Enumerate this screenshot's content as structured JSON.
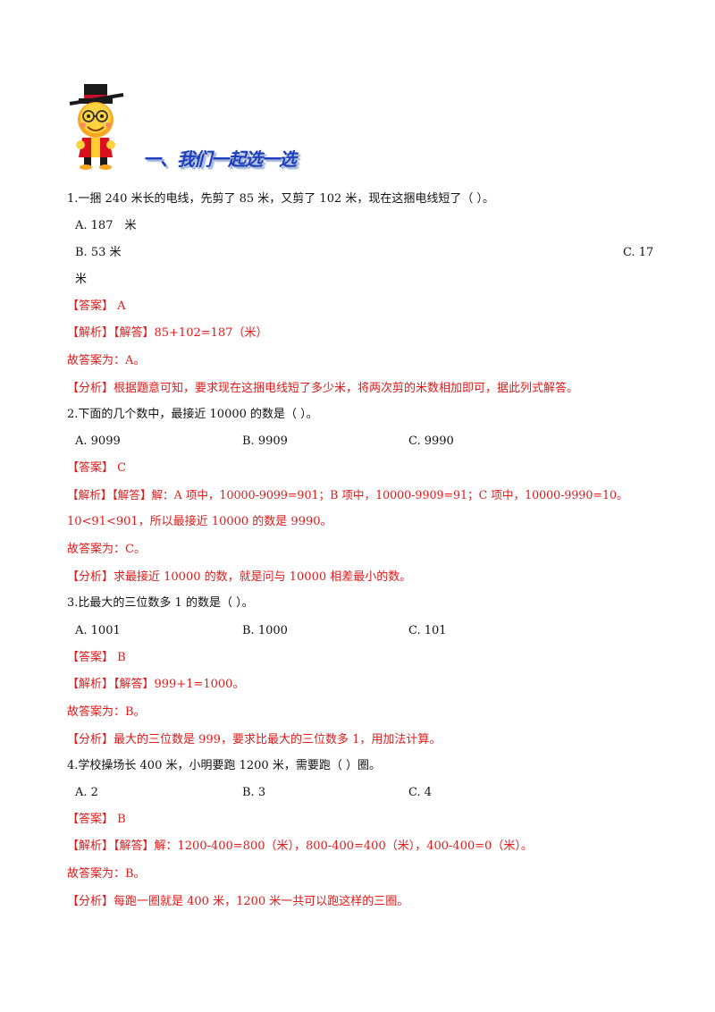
{
  "section": {
    "title": "一、我们一起选一选"
  },
  "questions": [
    {
      "stem": "1.一捆 240 米长的电线，先剪了 85 米，又剪了 102 米，现在这捆电线短了（        ）。",
      "options": [
        "A. 187　米",
        "B. 53 米",
        "C. 17",
        "米"
      ],
      "answer": "【答案】 A",
      "analysis": "【解析】【解答】85+102=187（米）",
      "conclusion": "故答案为：A。",
      "method": "【分析】根据题意可知，要求现在这捆电线短了多少米，将两次剪的米数相加即可，据此列式解答。"
    },
    {
      "stem": "2.下面的几个数中，最接近 10000 的数是（        ）。",
      "options": [
        "A. 9099",
        "B. 9909",
        "C. 9990"
      ],
      "answer": "【答案】 C",
      "analysis": "【解析】【解答】解：A 项中，10000-9099=901；B 项中，10000-9909=91；C 项中，10000-9990=10。",
      "analysis2": "10<91<901，所以最接近 10000 的数是 9990。",
      "conclusion": "故答案为：C。",
      "method": "【分析】求最接近 10000 的数，就是问与 10000 相差最小的数。"
    },
    {
      "stem": "3.比最大的三位数多 1 的数是（              ）。",
      "options": [
        "A. 1001",
        "B. 1000",
        "C. 101"
      ],
      "answer": "【答案】 B",
      "analysis": "【解析】【解答】999+1=1000。",
      "conclusion": "故答案为：B。",
      "method": "【分析】最大的三位数是 999，要求比最大的三位数多 1，用加法计算。"
    },
    {
      "stem": "4.学校操场长 400 米，小明要跑 1200 米，需要跑（        ）圈。",
      "options": [
        "A. 2",
        "B. 3",
        "C. 4"
      ],
      "answer": "【答案】 B",
      "analysis": "【解析】【解答】解：1200-400=800（米），800-400=400（米），400-400=0（米）。",
      "conclusion": "故答案为：B。",
      "method": "【分析】每跑一圈就是 400 米，1200 米一共可以跑这样的三圈。"
    }
  ]
}
